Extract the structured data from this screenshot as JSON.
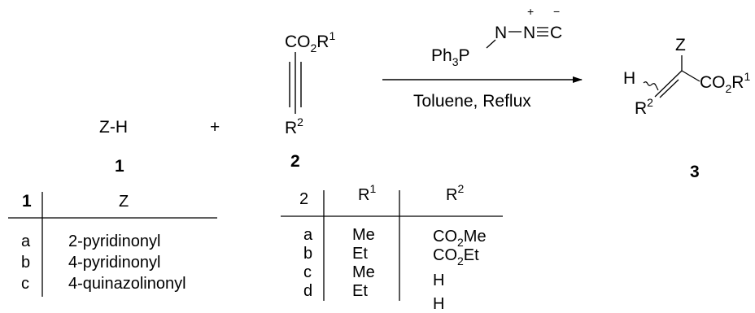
{
  "scheme": {
    "reactant1": "Z-H",
    "plus": "+",
    "reactant2": {
      "substituent_top": "CO",
      "sub_top_index": "2",
      "sub_top_group": "R",
      "sub_top_sup": "1",
      "substituent_bottom": "R",
      "sub_bottom_sup": "2"
    },
    "reagent": {
      "ph": "Ph",
      "ph_index": "3",
      "p": "P",
      "n1": "N",
      "n2": "N",
      "c": "C",
      "plus_charge": "+",
      "minus_charge": "−"
    },
    "conditions": "Toluene, Reflux",
    "product": {
      "z": "Z",
      "h": "H",
      "ester": "CO",
      "ester_index": "2",
      "ester_group": "R",
      "ester_sup": "1",
      "r": "R",
      "r_sup": "2"
    },
    "labels": {
      "compound1": "1",
      "compound2": "2",
      "compound3": "3"
    }
  },
  "table_z": {
    "headers": [
      "1",
      "Z"
    ],
    "rows": [
      {
        "id": "a",
        "z": "2-pyridinonyl"
      },
      {
        "id": "b",
        "z": "4-pyridinonyl"
      },
      {
        "id": "c",
        "z": "4-quinazolinonyl"
      }
    ]
  },
  "table_r": {
    "headers": {
      "id": "2",
      "r1": "R",
      "r1_sup": "1",
      "r2": "R",
      "r2_sup": "2"
    },
    "rows": [
      {
        "id": "a",
        "r1": "Me",
        "r2_main": "CO",
        "r2_sub": "2",
        "r2_rest": "Me"
      },
      {
        "id": "b",
        "r1": "Et",
        "r2_main": "CO",
        "r2_sub": "2",
        "r2_rest": "Et"
      },
      {
        "id": "c",
        "r1": "Me",
        "r2_main": "H",
        "r2_sub": "",
        "r2_rest": ""
      },
      {
        "id": "d",
        "r1": "Et",
        "r2_main": "H",
        "r2_sub": "",
        "r2_rest": ""
      }
    ]
  }
}
